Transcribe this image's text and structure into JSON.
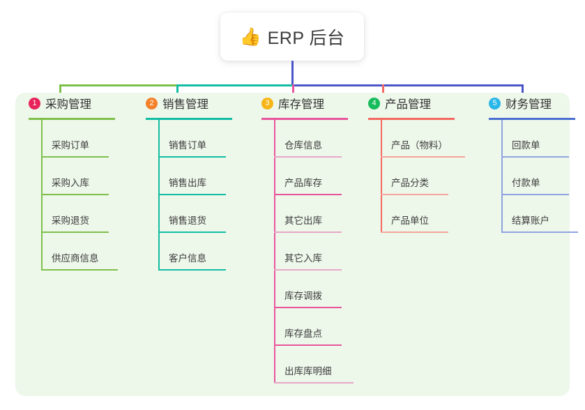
{
  "root": {
    "icon": "thumbs-up-icon",
    "emoji": "👍",
    "title": "ERP 后台"
  },
  "palette": {
    "page_background": "#ffffff",
    "panel_background": "#edf7ea",
    "card_background": "#ffffff",
    "trunk_blue": "#4a56c8",
    "bar_green": "#7ec04a",
    "bar_teal": "#13bda4",
    "bar_blue": "#4a56c8",
    "text": "#3d3d3d"
  },
  "columns": [
    {
      "index": "1",
      "title": "采购管理",
      "badge_color": "#e8235a",
      "line_color": "#7ec04a",
      "drop_color": "#7ec04a",
      "items": [
        {
          "label": "采购订单"
        },
        {
          "label": "采购入库"
        },
        {
          "label": "采购退货"
        },
        {
          "label": "供应商信息"
        }
      ]
    },
    {
      "index": "2",
      "title": "销售管理",
      "badge_color": "#f4812a",
      "line_color": "#13bda4",
      "drop_color": "#13bda4",
      "items": [
        {
          "label": "销售订单"
        },
        {
          "label": "销售出库"
        },
        {
          "label": "销售退货"
        },
        {
          "label": "客户信息"
        }
      ]
    },
    {
      "index": "3",
      "title": "库存管理",
      "badge_color": "#f7b515",
      "line_color": "#e8559c",
      "drop_color": "#e8559c",
      "items": [
        {
          "label": "仓库信息"
        },
        {
          "label": "产品库存"
        },
        {
          "label": "其它出库"
        },
        {
          "label": "其它入库"
        },
        {
          "label": "库存调拨"
        },
        {
          "label": "库存盘点"
        },
        {
          "label": "出库库明细"
        }
      ]
    },
    {
      "index": "4",
      "title": "产品管理",
      "badge_color": "#16bc5b",
      "line_color": "#f4695f",
      "drop_color": "#f4695f",
      "items": [
        {
          "label": "产品（物料）"
        },
        {
          "label": "产品分类"
        },
        {
          "label": "产品单位"
        }
      ]
    },
    {
      "index": "5",
      "title": "财务管理",
      "badge_color": "#29b6e8",
      "line_color": "#6b83d6",
      "drop_color": "#4a56c8",
      "items": [
        {
          "label": "回款单"
        },
        {
          "label": "付款单"
        },
        {
          "label": "结算账户"
        }
      ]
    }
  ]
}
